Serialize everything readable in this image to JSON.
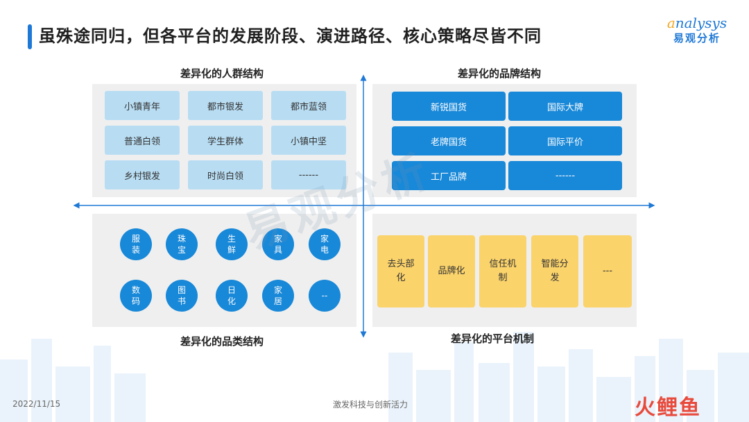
{
  "title": "虽殊途同归，但各平台的发展阶段、演进路径、核心策略尽皆不同",
  "logo": {
    "top_a": "a",
    "top_rest": "nalysys",
    "bottom": "易观分析"
  },
  "watermark": "易观分析",
  "quadrants": {
    "people": {
      "label": "差异化的人群结构",
      "items": [
        "小镇青年",
        "都市银发",
        "都市蓝领",
        "普通白领",
        "学生群体",
        "小镇中坚",
        "乡村银发",
        "时尚白领",
        "------"
      ]
    },
    "brand": {
      "label": "差异化的品牌结构",
      "items": [
        "新锐国货",
        "国际大牌",
        "老牌国货",
        "国际平价",
        "工厂品牌",
        "------"
      ]
    },
    "category": {
      "label": "差异化的品类结构",
      "items": [
        "服\n装",
        "珠\n宝",
        "生\n鲜",
        "家\n具",
        "家\n电",
        "数\n码",
        "图\n书",
        "日\n化",
        "家\n居",
        "--"
      ]
    },
    "mechanism": {
      "label": "差异化的平台机制",
      "items": [
        "去头部\n化",
        "品牌化",
        "信任机\n制",
        "智能分\n发",
        "---"
      ]
    }
  },
  "footer": {
    "date": "2022/11/15",
    "slogan": "激发科技与创新活力",
    "corner_logo": "火鲤鱼"
  },
  "colors": {
    "accent": "#1e78d6",
    "pill": "#b8ddf3",
    "brand_btn": "#1888d8",
    "mechanism": "#fbd36b",
    "panel": "#efefef"
  }
}
